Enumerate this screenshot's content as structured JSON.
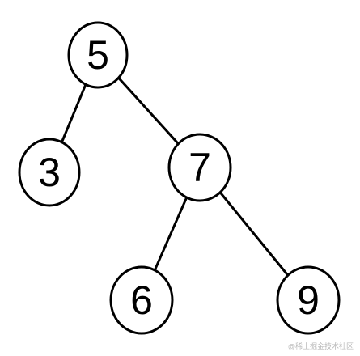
{
  "tree": {
    "nodes": [
      {
        "id": "n5",
        "label": "5"
      },
      {
        "id": "n3",
        "label": "3"
      },
      {
        "id": "n7",
        "label": "7"
      },
      {
        "id": "n6",
        "label": "6"
      },
      {
        "id": "n9",
        "label": "9"
      }
    ],
    "edges": [
      {
        "from": "n5",
        "to": "n3"
      },
      {
        "from": "n5",
        "to": "n7"
      },
      {
        "from": "n7",
        "to": "n6"
      },
      {
        "from": "n7",
        "to": "n9"
      }
    ]
  },
  "watermark": {
    "text": "@稀土掘金技术社区"
  },
  "colors": {
    "stroke": "#000000",
    "fill": "#ffffff",
    "watermark": "#b8b8b8"
  }
}
